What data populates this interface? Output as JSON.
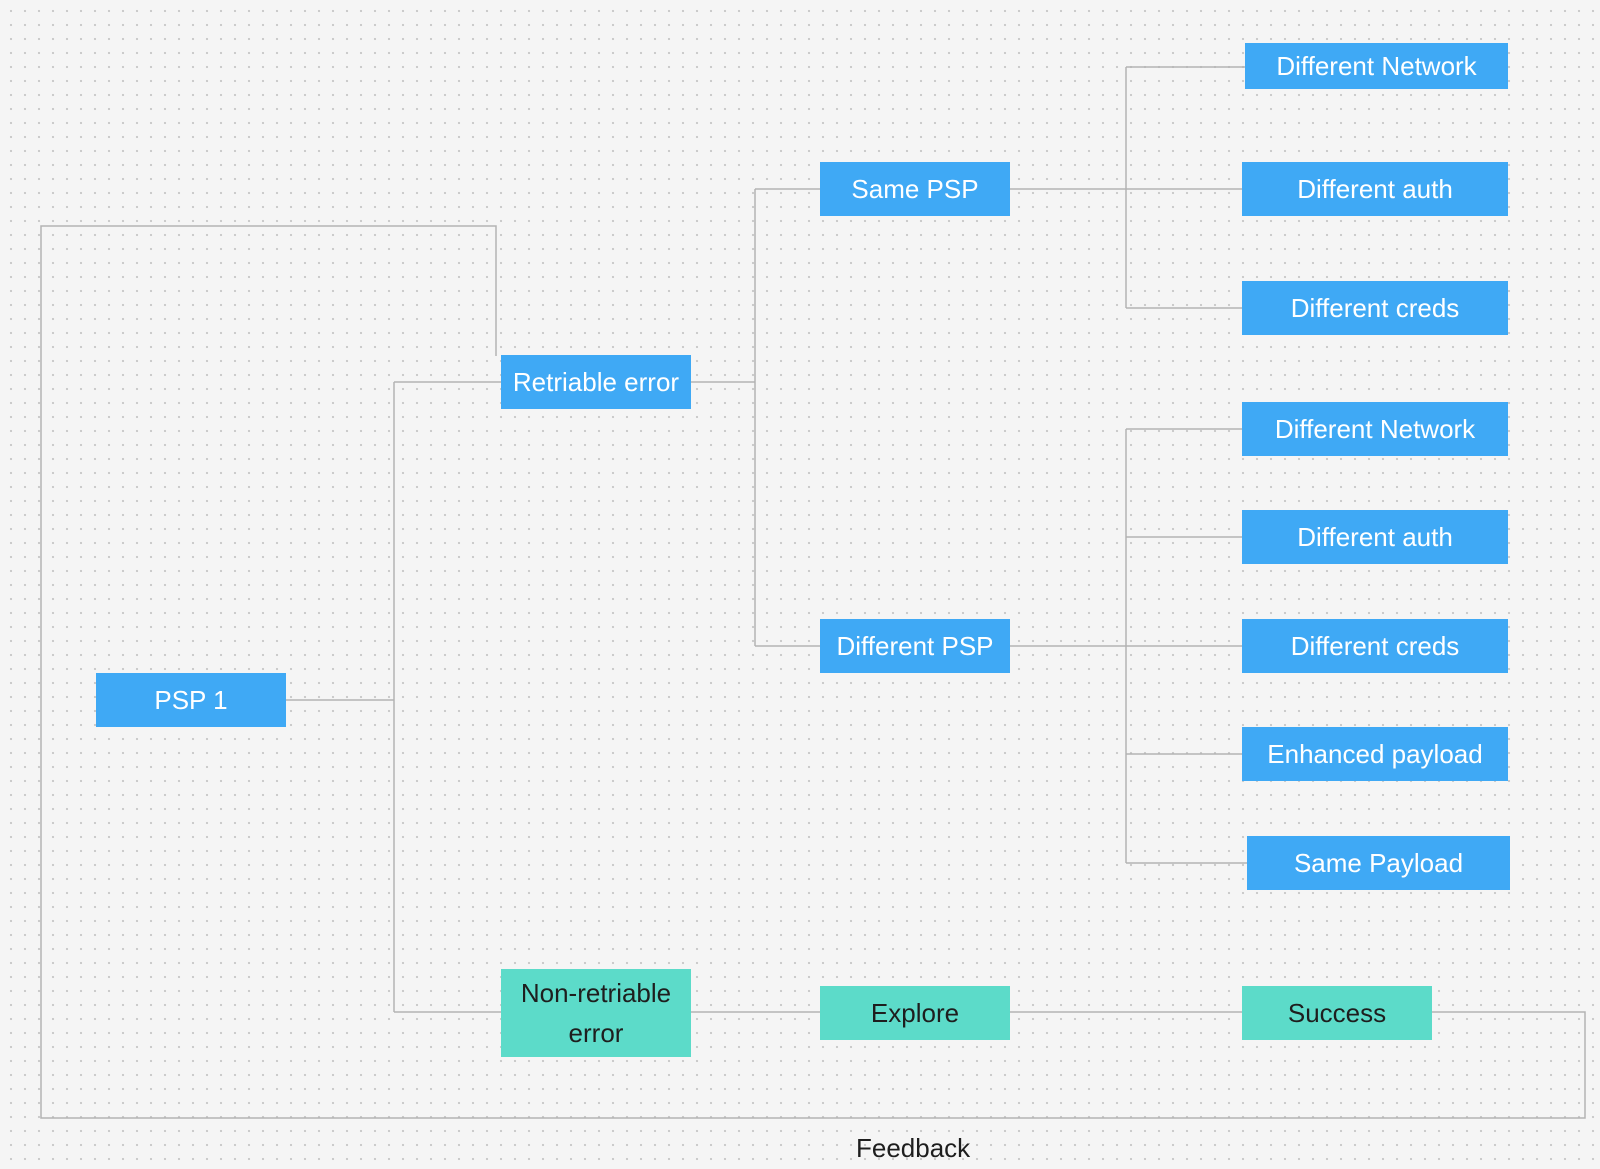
{
  "nodes": {
    "psp1": "PSP 1",
    "retriable_error": "Retriable error",
    "non_retriable_error": "Non-retriable error",
    "same_psp": "Same PSP",
    "different_psp": "Different PSP",
    "explore": "Explore",
    "success": "Success",
    "same_psp_options": [
      "Different Network",
      "Different auth",
      "Different creds"
    ],
    "different_psp_options": [
      "Different Network",
      "Different auth",
      "Different creds",
      "Enhanced payload",
      "Same Payload"
    ]
  },
  "labels": {
    "feedback": "Feedback"
  },
  "colors": {
    "retry_path": "#3fa9f5",
    "explore_path": "#5cdbc9",
    "connector": "#b3b3b3",
    "canvas": "#f5f5f5"
  }
}
